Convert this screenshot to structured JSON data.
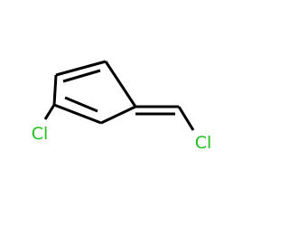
{
  "molecule": {
    "atoms": [
      {
        "id": "c1",
        "element": "C"
      },
      {
        "id": "c2",
        "element": "C"
      },
      {
        "id": "c3",
        "element": "C"
      },
      {
        "id": "c4",
        "element": "C"
      },
      {
        "id": "c5",
        "element": "C"
      },
      {
        "id": "c6",
        "element": "C"
      },
      {
        "id": "cl1",
        "element": "Cl",
        "label": "Cl"
      },
      {
        "id": "cl2",
        "element": "Cl",
        "label": "Cl"
      }
    ],
    "bonds": [
      {
        "from": "c1",
        "to": "c2",
        "order": 1
      },
      {
        "from": "c2",
        "to": "c3",
        "order": 2
      },
      {
        "from": "c3",
        "to": "c4",
        "order": 1
      },
      {
        "from": "c4",
        "to": "c5",
        "order": 2
      },
      {
        "from": "c5",
        "to": "c1",
        "order": 1
      },
      {
        "from": "c4",
        "to": "cl1",
        "order": 1
      },
      {
        "from": "c1",
        "to": "c6",
        "order": 2
      },
      {
        "from": "c6",
        "to": "cl2",
        "order": 1
      }
    ],
    "colors": {
      "bond": "#000000",
      "chlorine": "#1fbf1f"
    }
  }
}
